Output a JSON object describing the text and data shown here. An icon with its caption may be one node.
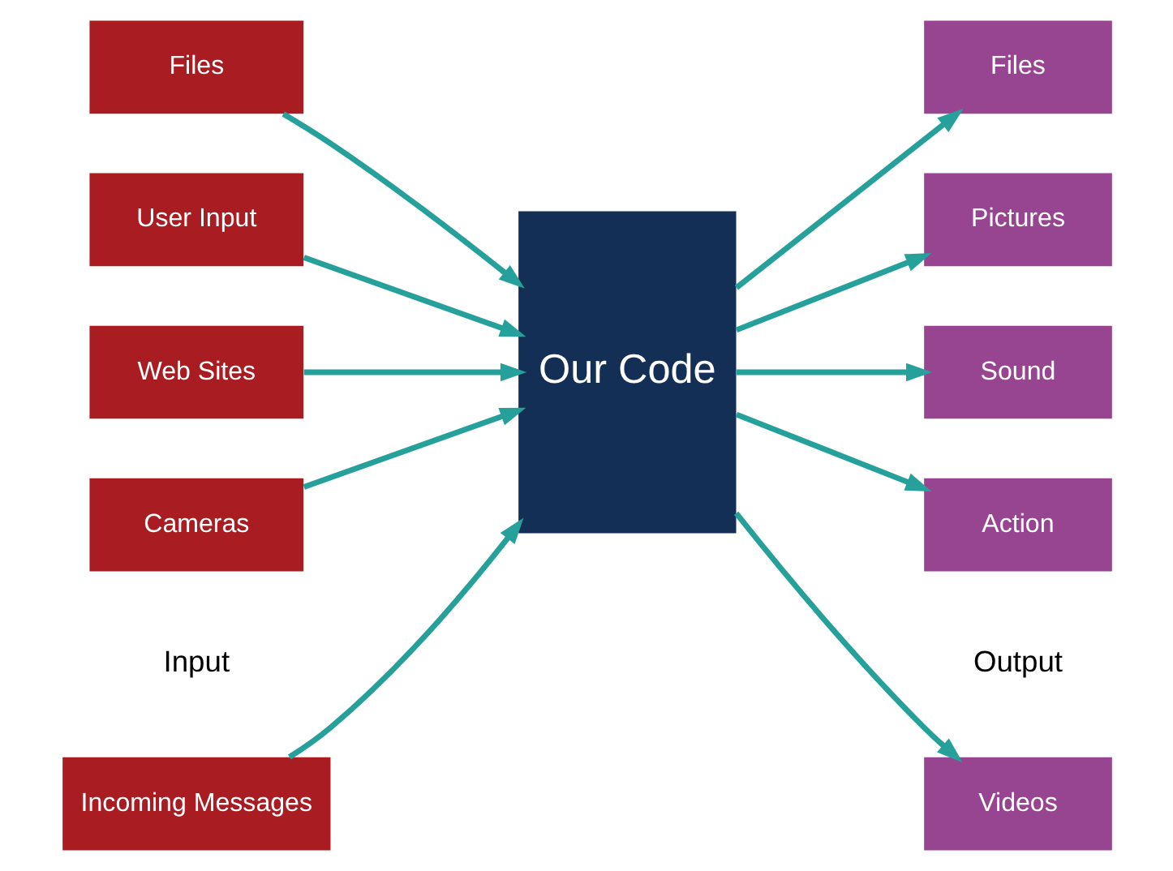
{
  "diagram": {
    "nodes": [
      {
        "text": [
          "Incoming Messages"
        ]
      },
      {
        "text": [
          "Files"
        ]
      },
      {
        "text": [
          "User Input"
        ]
      },
      {
        "text": [
          "Web Sites"
        ]
      },
      {
        "text": [
          "Cameras"
        ]
      },
      {
        "text": [
          "Our Code"
        ]
      },
      {
        "text": [
          "Videos"
        ]
      },
      {
        "text": [
          "Files"
        ]
      },
      {
        "text": [
          "Pictures"
        ]
      },
      {
        "text": [
          "Sound"
        ]
      },
      {
        "text": [
          "Action"
        ]
      }
    ],
    "edges": [
      {
        "from": 0,
        "to": 5,
        "arrow": "to"
      },
      {
        "from": 1,
        "to": 5,
        "arrow": "to"
      },
      {
        "from": 2,
        "to": 5,
        "arrow": "to"
      },
      {
        "from": 3,
        "to": 5,
        "arrow": "to"
      },
      {
        "from": 4,
        "to": 5,
        "arrow": "to"
      },
      {
        "from": 5,
        "to": 6,
        "arrow": "to"
      },
      {
        "from": 5,
        "to": 7,
        "arrow": "to"
      },
      {
        "from": 5,
        "to": 8,
        "arrow": "to"
      },
      {
        "from": 5,
        "to": 9,
        "arrow": "to"
      },
      {
        "from": 5,
        "to": 10,
        "arrow": "to"
      }
    ],
    "labels": [
      "Input",
      "Output"
    ]
  }
}
